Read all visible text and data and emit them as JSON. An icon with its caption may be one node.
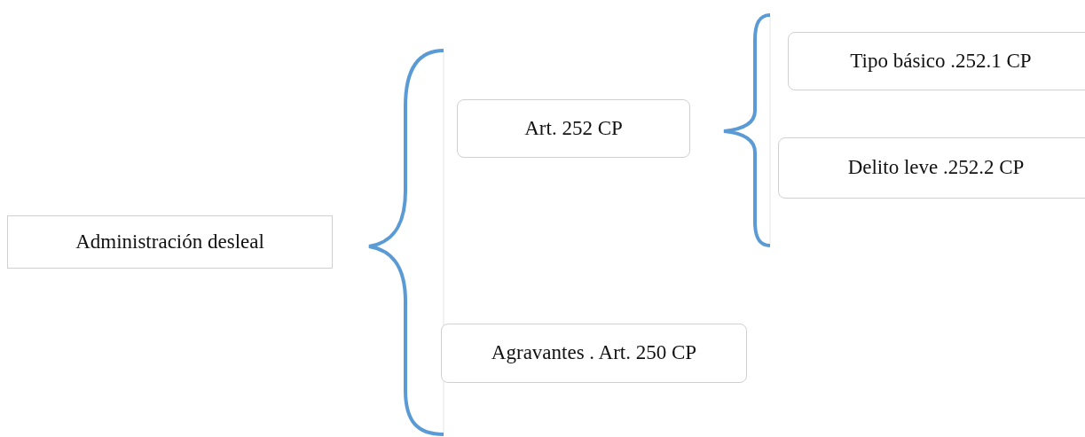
{
  "diagram": {
    "nodes": [
      {
        "text": [
          "Administración desleal"
        ]
      },
      {
        "text": [
          "Art. 252 CP"
        ]
      },
      {
        "text": [
          "Tipo básico .252.1 CP"
        ]
      },
      {
        "text": [
          "Delito leve .252.2 CP"
        ]
      },
      {
        "text": [
          "Agravantes . Art. 250 CP"
        ]
      }
    ]
  }
}
